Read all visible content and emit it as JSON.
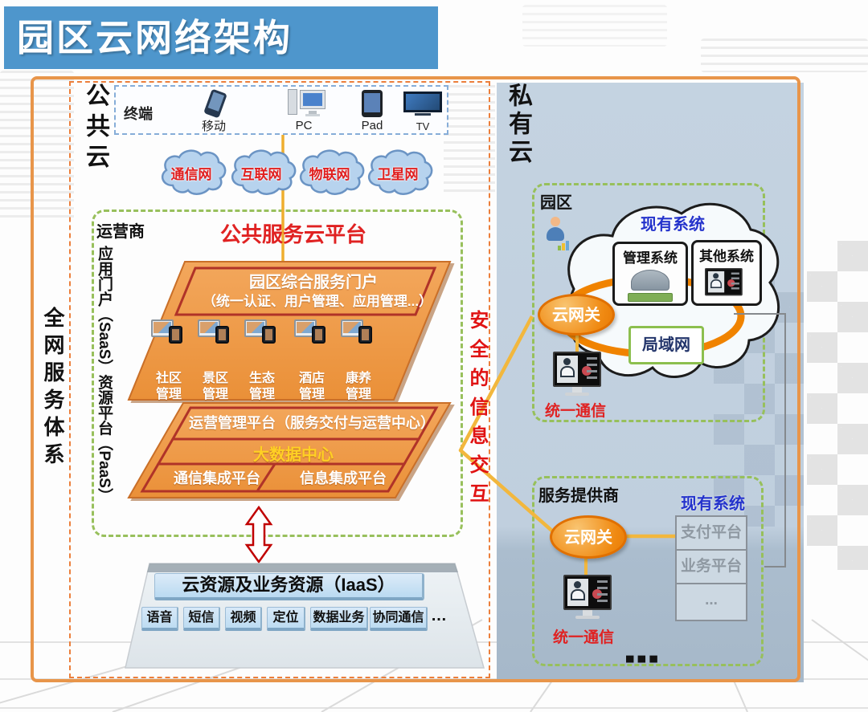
{
  "slide": {
    "title": "园区云网络架构"
  },
  "left_axis": "全网服务体系",
  "public_cloud": {
    "label": "公共云",
    "terminal": {
      "label": "终端",
      "devices": [
        "移动",
        "PC",
        "Pad",
        "TV"
      ]
    },
    "networks": [
      "通信网",
      "互联网",
      "物联网",
      "卫星网"
    ],
    "operator": {
      "label": "运营商",
      "platform_title": "公共服务云平台",
      "layer_axis": "应用门户（SaaS）资源平台（PaaS）",
      "portal": {
        "title": "园区综合服务门户",
        "subtitle": "（统一认证、用户管理、应用管理...）",
        "apps": [
          "社区管理",
          "景区管理",
          "生态管理",
          "酒店管理",
          "康养管理"
        ]
      },
      "paas": {
        "management": "运营管理平台（服务交付与运营中心）",
        "bigdata": "大数据中心",
        "comm": "通信集成平台",
        "info": "信息集成平台"
      }
    },
    "iaas": {
      "title": "云资源及业务资源（IaaS）",
      "services": [
        "语音",
        "短信",
        "视频",
        "定位",
        "数据业务",
        "协同通信"
      ],
      "more": "…"
    }
  },
  "security_axis": "安全的信息交互",
  "private_cloud": {
    "label": "私有云",
    "campus": {
      "label": "园区",
      "existing_title": "现有系统",
      "systems": [
        "管理系统",
        "其他系统"
      ],
      "gateway": "云网关",
      "lan": "局域网",
      "uc": "统一通信"
    },
    "provider": {
      "label": "服务提供商",
      "existing_title": "现有系统",
      "gateway": "云网关",
      "platforms": [
        "支付平台",
        "业务平台",
        "..."
      ],
      "uc": "统一通信",
      "more": "⋮"
    }
  },
  "colors": {
    "banner_blue": "#4e96cc",
    "frame_orange": "#e8954a",
    "parallelogram_orange": "#f09c4a",
    "highlight_red": "#e02222",
    "bigdata_yellow": "#ffd024",
    "dashed_green": "#98c05c",
    "gateway_orange": "#ef8610",
    "existing_blue": "#2433cc",
    "panel_blue": "#c3d2e0"
  }
}
